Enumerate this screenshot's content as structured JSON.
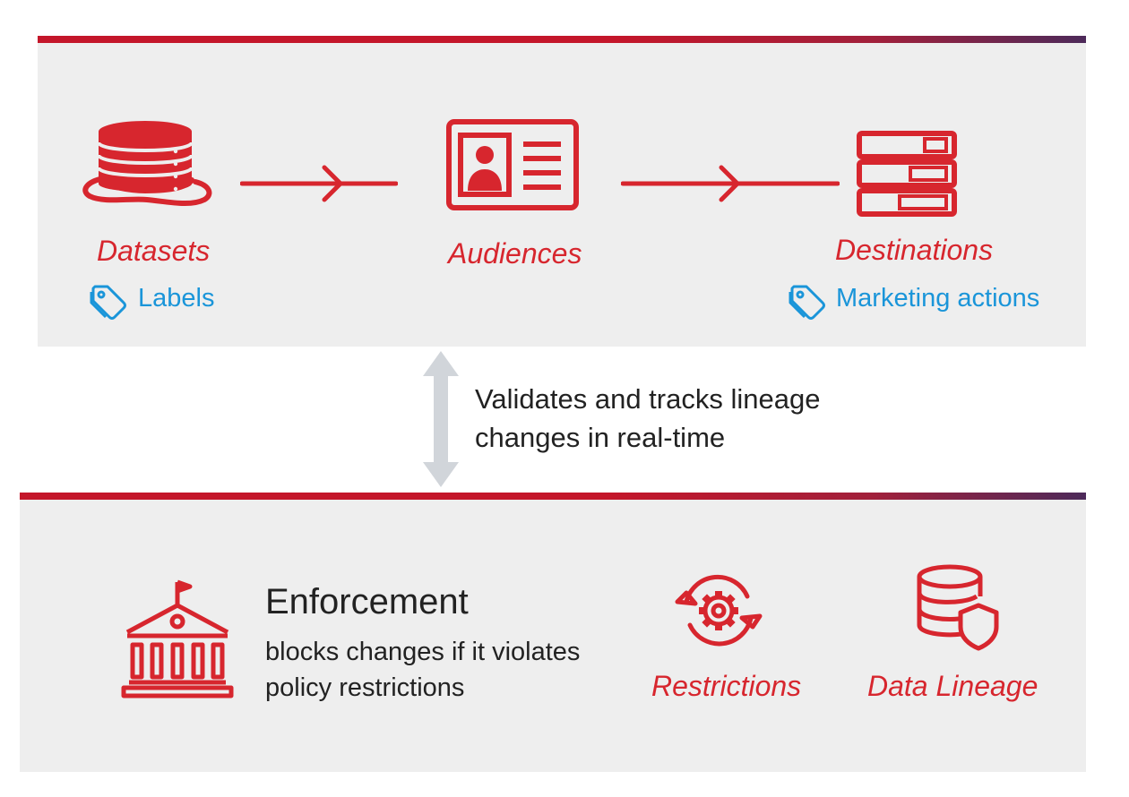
{
  "colors": {
    "accent_red": "#d7262e",
    "link_blue": "#1a95d9",
    "panel_gray": "#eeeeee"
  },
  "flow": {
    "datasets": {
      "label": "Datasets",
      "tag_label": "Labels",
      "icon": "database-icon"
    },
    "audiences": {
      "label": "Audiences",
      "icon": "profile-card-icon"
    },
    "destinations": {
      "label": "Destinations",
      "tag_label": "Marketing actions",
      "icon": "server-icon"
    }
  },
  "middle": {
    "line1": "Validates and tracks lineage",
    "line2": "changes in real-time"
  },
  "enforcement": {
    "title": "Enforcement",
    "desc_line1": "blocks changes if it violates",
    "desc_line2": "policy restrictions",
    "icon": "government-building-icon"
  },
  "restrictions": {
    "label": "Restrictions",
    "icon": "gear-cycle-icon"
  },
  "data_lineage": {
    "label": "Data Lineage",
    "icon": "database-shield-icon"
  }
}
